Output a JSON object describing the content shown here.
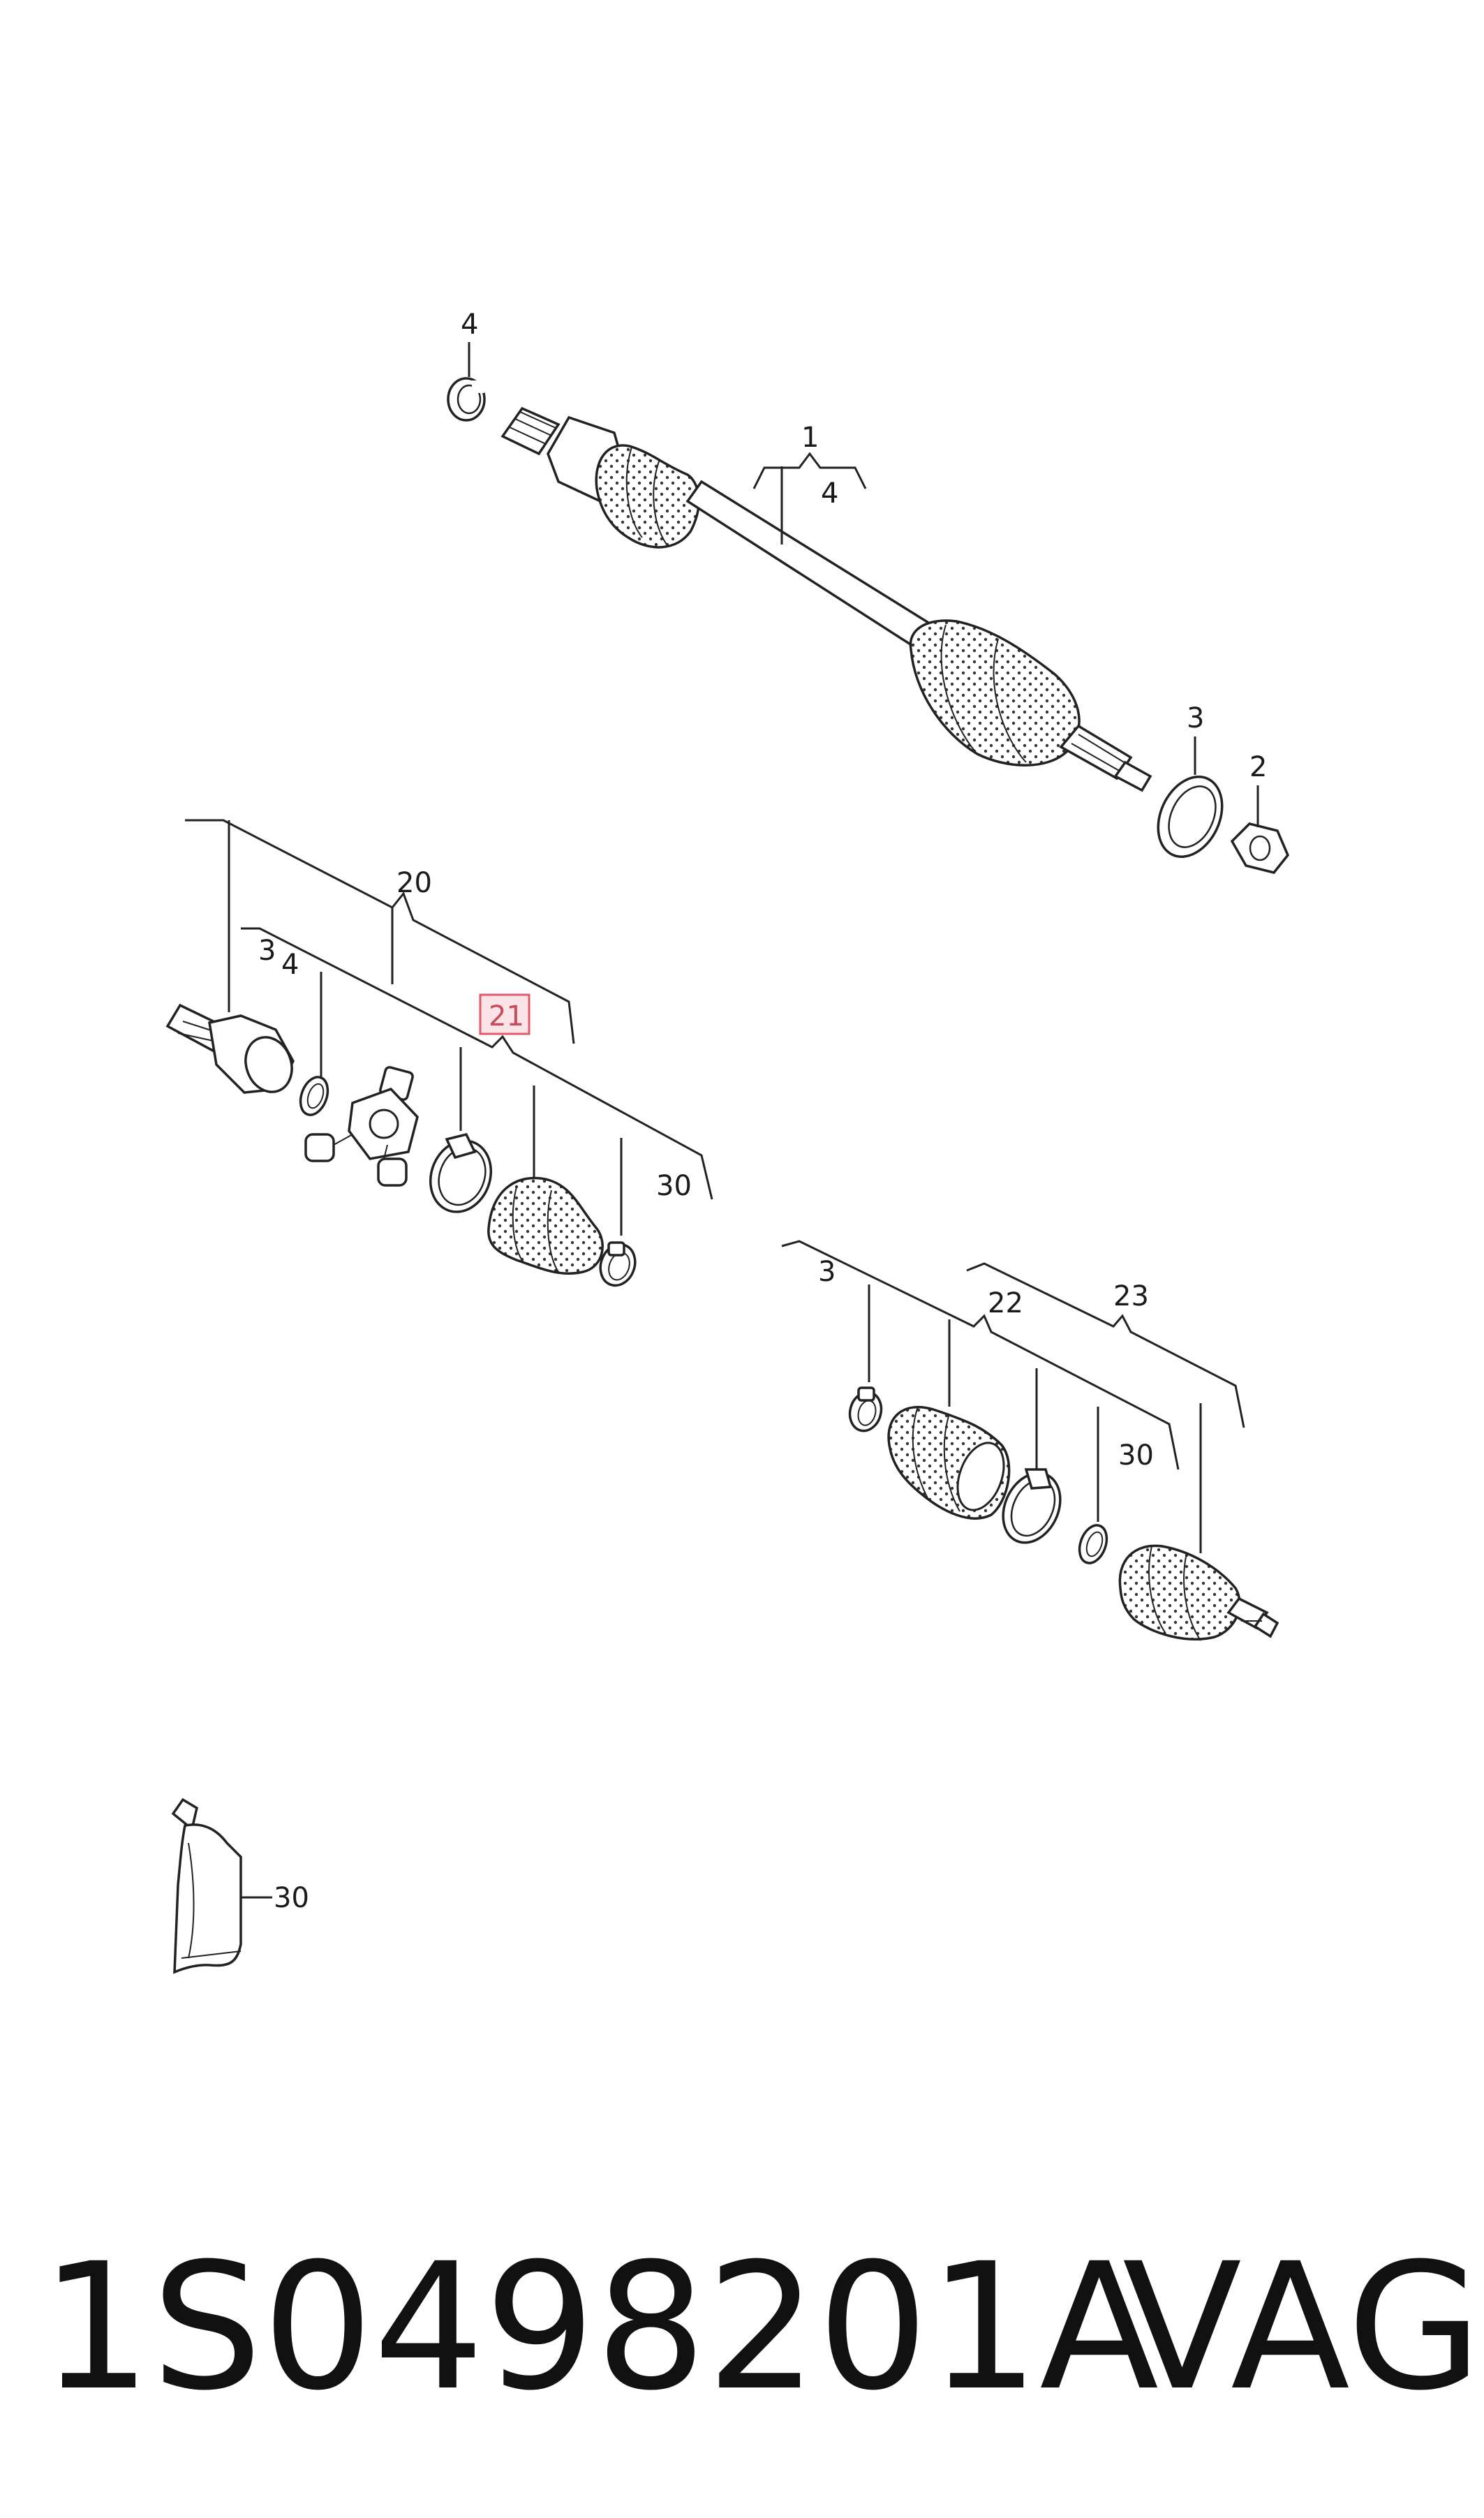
{
  "callouts": {
    "c1": "1",
    "c2": "2",
    "c3_top": "3",
    "c4_top": "4",
    "c4_bracket": "4",
    "c20": "20",
    "c3_mid": "3",
    "c4_mid": "4",
    "c21": "21",
    "c30_mid": "30",
    "c3_right": "3",
    "c22": "22",
    "c23": "23",
    "c30_right": "30",
    "c30_tube": "30"
  },
  "highlight_color": "#e05a6a",
  "footer": {
    "part_number": "1S0498201A",
    "brand": "VAG"
  }
}
